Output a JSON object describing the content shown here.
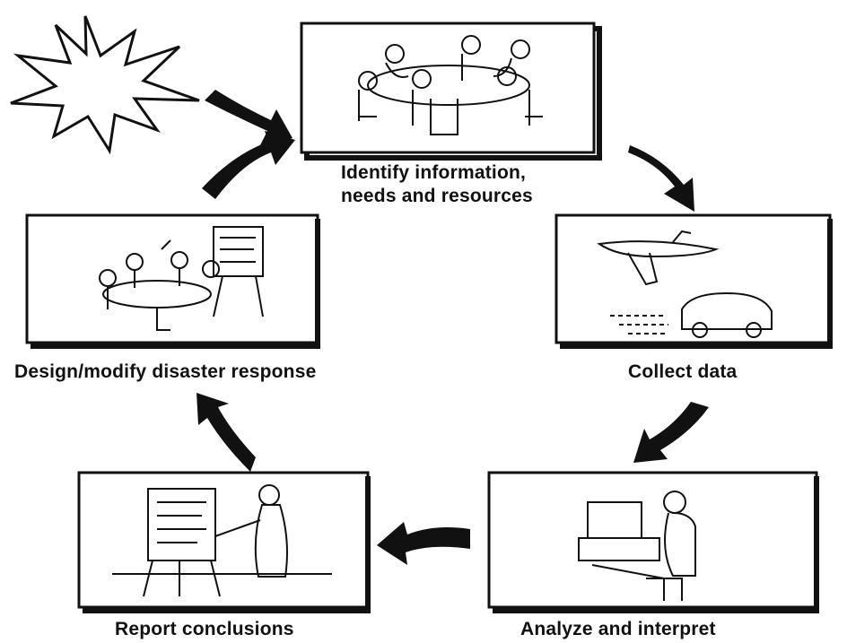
{
  "steps": [
    {
      "label_lines": [
        "Identify information,",
        "needs and resources"
      ],
      "scene": "people-meeting-around-table"
    },
    {
      "label_lines": [
        "Collect data"
      ],
      "scene": "airplane-and-car"
    },
    {
      "label_lines": [
        "Analyze and interpret"
      ],
      "scene": "person-at-computer"
    },
    {
      "label_lines": [
        "Report conclusions"
      ],
      "scene": "presenter-at-flipchart"
    },
    {
      "label_lines": [
        "Design/modify disaster response"
      ],
      "scene": "group-planning-with-flipchart"
    }
  ],
  "trigger": {
    "icon": "disaster-burst-icon"
  },
  "colors": {
    "ink": "#111111",
    "background": "#ffffff"
  }
}
